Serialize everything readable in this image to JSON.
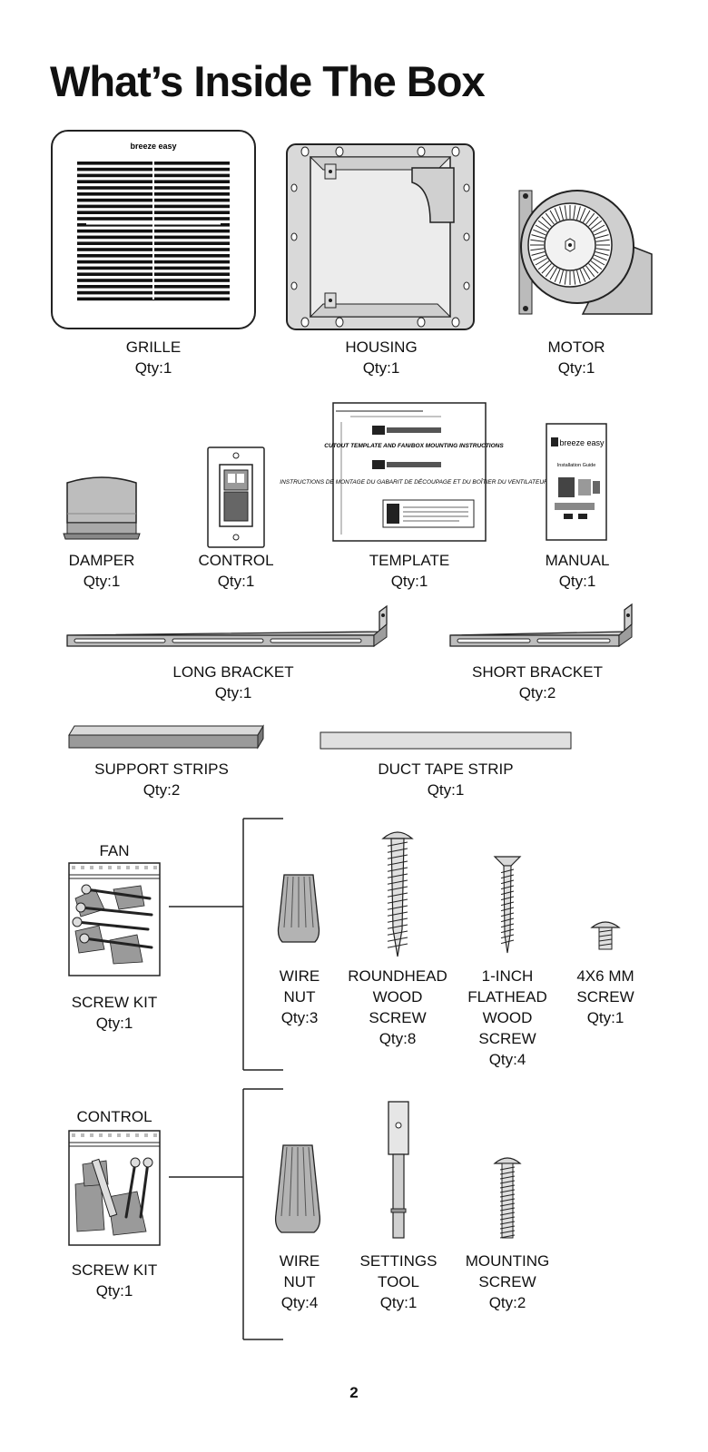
{
  "title": "What’s Inside The Box",
  "page_number": "2",
  "brand_logo": "breeze easy",
  "template_texts": {
    "cutout": "CUTOUT TEMPLATE AND FAN/BOX MOUNTING INSTRUCTIONS",
    "montage": "INSTRUCTIONS DE MONTAGE DU GABARIT DE DÉCOUPAGE ET DU BOÎTIER DU VENTILATEUR"
  },
  "manual_texts": {
    "brand": "breeze easy",
    "guide": "Installation Guide"
  },
  "items": [
    {
      "id": "grille",
      "name": "GRILLE",
      "qty": "Qty:1"
    },
    {
      "id": "housing",
      "name": "HOUSING",
      "qty": "Qty:1"
    },
    {
      "id": "motor",
      "name": "MOTOR",
      "qty": "Qty:1"
    },
    {
      "id": "damper",
      "name": "DAMPER",
      "qty": "Qty:1"
    },
    {
      "id": "control",
      "name": "CONTROL",
      "qty": "Qty:1"
    },
    {
      "id": "template",
      "name": "TEMPLATE",
      "qty": "Qty:1"
    },
    {
      "id": "manual",
      "name": "MANUAL",
      "qty": "Qty:1"
    },
    {
      "id": "long_bracket",
      "name": "LONG BRACKET",
      "qty": "Qty:1"
    },
    {
      "id": "short_bracket",
      "name": "SHORT BRACKET",
      "qty": "Qty:2"
    },
    {
      "id": "support_strips",
      "name": "SUPPORT STRIPS",
      "qty": "Qty:2"
    },
    {
      "id": "duct_tape",
      "name": "DUCT TAPE STRIP",
      "qty": "Qty:1"
    }
  ],
  "fan_kit": {
    "header": "FAN",
    "name": "SCREW KIT",
    "qty": "Qty:1",
    "parts": [
      {
        "lines": [
          "WIRE",
          "NUT"
        ],
        "qty": "Qty:3"
      },
      {
        "lines": [
          "ROUNDHEAD",
          "WOOD",
          "SCREW"
        ],
        "qty": "Qty:8"
      },
      {
        "lines": [
          "1-INCH",
          "FLATHEAD",
          "WOOD",
          "SCREW"
        ],
        "qty": "Qty:4"
      },
      {
        "lines": [
          "4X6 MM",
          "SCREW"
        ],
        "qty": "Qty:1"
      }
    ]
  },
  "control_kit": {
    "header": "CONTROL",
    "name": "SCREW KIT",
    "qty": "Qty:1",
    "parts": [
      {
        "lines": [
          "WIRE",
          "NUT"
        ],
        "qty": "Qty:4"
      },
      {
        "lines": [
          "SETTINGS",
          "TOOL"
        ],
        "qty": "Qty:1"
      },
      {
        "lines": [
          "MOUNTING",
          "SCREW"
        ],
        "qty": "Qty:2"
      }
    ]
  }
}
